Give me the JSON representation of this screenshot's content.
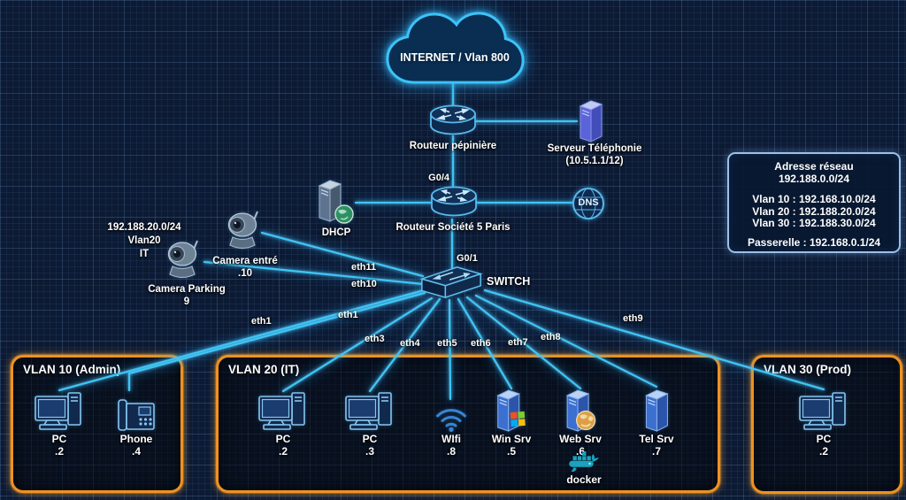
{
  "cloud": {
    "label": "INTERNET / Vlan 800"
  },
  "nodes": {
    "routeur_pepiniere": {
      "label": "Routeur pépinière"
    },
    "serveur_telephonie": {
      "label": "Serveur Téléphonie",
      "sublabel": "(10.5.1.1/12)"
    },
    "routeur_societe": {
      "label": "Routeur Société 5 Paris"
    },
    "dhcp": {
      "label": "DHCP"
    },
    "dns": {
      "label": "DNS"
    },
    "switch": {
      "label": "SWITCH"
    },
    "camera_entree": {
      "label": "Camera entré",
      "address": ".10"
    },
    "camera_parking": {
      "label": "Camera Parking",
      "address": "9"
    }
  },
  "camera_note": {
    "line1": "192.188.20.0/24",
    "line2": "Vlan20",
    "line3": "IT"
  },
  "ports": {
    "g04": "G0/4",
    "g01": "G0/1",
    "eth11": "eth11",
    "eth10": "eth10",
    "eth1a": "eth1",
    "eth1b": "eth1",
    "eth3": "eth3",
    "eth4": "eth4",
    "eth5": "eth5",
    "eth6": "eth6",
    "eth7": "eth7",
    "eth8": "eth8",
    "eth9": "eth9"
  },
  "info_box": {
    "title": "Adresse réseau",
    "network": "192.188.0.0/24",
    "vlan10": "Vlan 10 : 192.168.10.0/24",
    "vlan20": "Vlan 20 : 192.188.20.0/24",
    "vlan30": "Vlan 30 : 192.188.30.0/24",
    "gateway": "Passerelle : 192.168.0.1/24"
  },
  "vlan10": {
    "title": "VLAN 10 (Admin)",
    "devices": [
      {
        "label": "PC",
        "address": ".2"
      },
      {
        "label": "Phone",
        "address": ".4"
      }
    ]
  },
  "vlan20": {
    "title": "VLAN 20 (IT)",
    "devices": [
      {
        "label": "PC",
        "address": ".2"
      },
      {
        "label": "PC",
        "address": ".3"
      },
      {
        "label": "WIfi",
        "address": ".8"
      },
      {
        "label": "Win Srv",
        "address": ".5"
      },
      {
        "label": "Web Srv",
        "address": ".6"
      },
      {
        "label": "Tel Srv",
        "address": ".7"
      }
    ],
    "docker_label": "docker"
  },
  "vlan30": {
    "title": "VLAN 30 (Prod)",
    "devices": [
      {
        "label": "PC",
        "address": ".2"
      }
    ]
  },
  "colors": {
    "background": "#0c1a33",
    "line": "#3fc4f5",
    "vlan_border": "#f0921e",
    "info_border": "#9cc2e6",
    "label": "#ffffff"
  }
}
